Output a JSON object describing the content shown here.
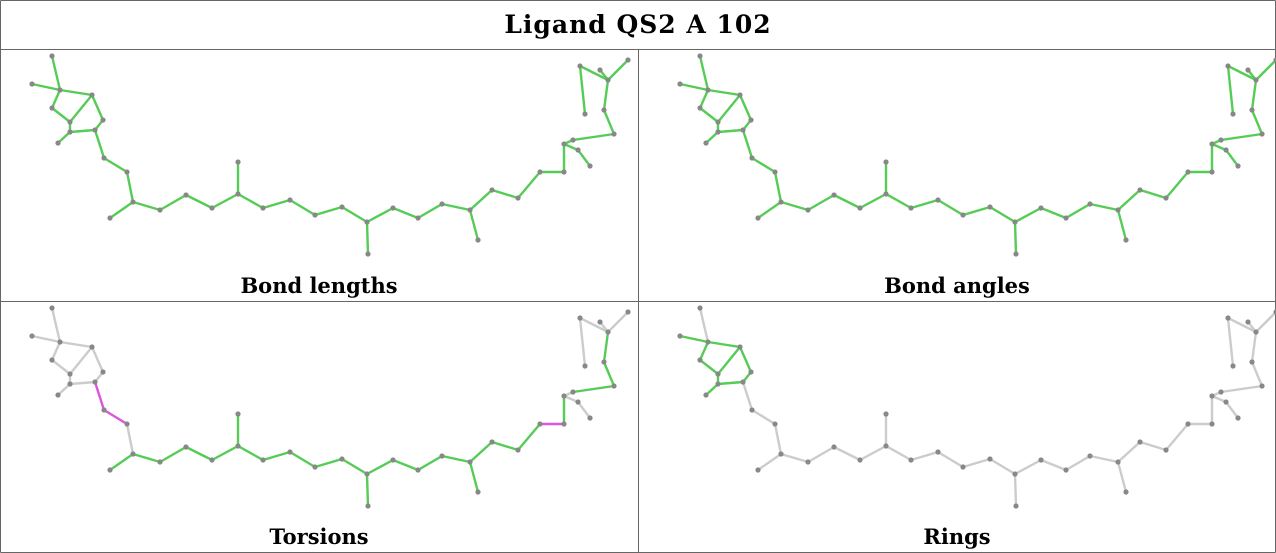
{
  "title": "Ligand QS2 A 102",
  "panels": [
    {
      "label": "Bond lengths"
    },
    {
      "label": "Bond angles"
    },
    {
      "label": "Torsions"
    },
    {
      "label": "Rings"
    }
  ],
  "colors": {
    "ok": "#55cc55",
    "outlier": "#dd55dd",
    "neutral": "#cccccc",
    "atom": "#888888",
    "grid": "#666666"
  }
}
